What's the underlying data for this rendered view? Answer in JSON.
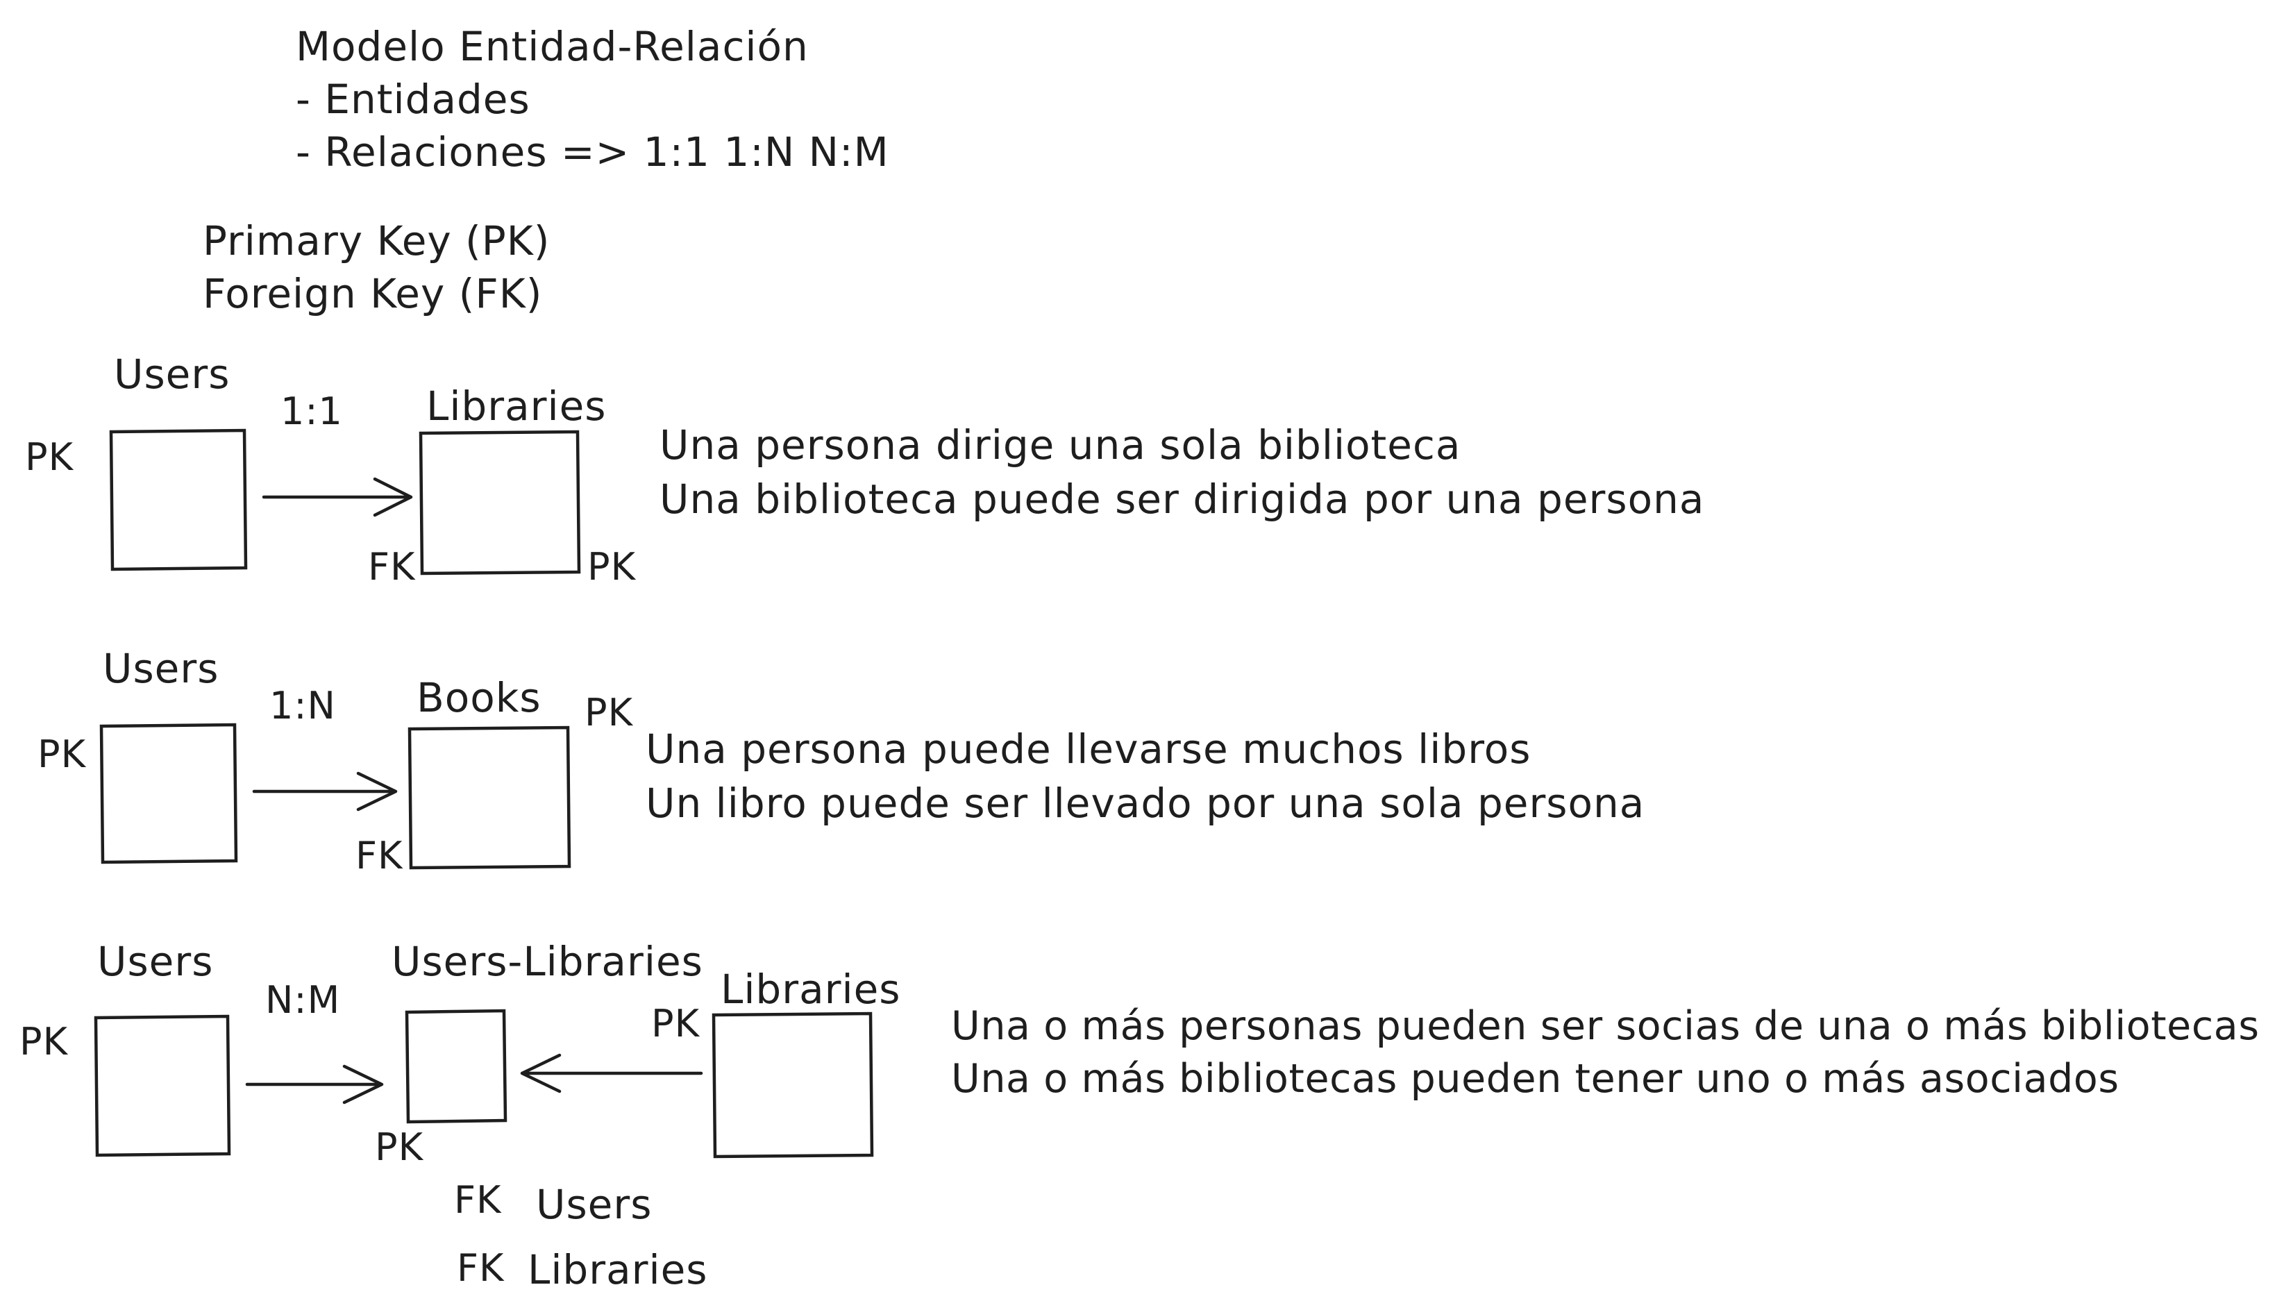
{
  "header": {
    "title": "Modelo Entidad-Relación",
    "bullet_entities": "- Entidades",
    "bullet_relations": "- Relaciones => 1:1 1:N N:M"
  },
  "keys": {
    "primary": "Primary Key (PK)",
    "foreign": "Foreign Key (FK)"
  },
  "one_to_one": {
    "left_entity": "Users",
    "left_key": "PK",
    "cardinality": "1:1",
    "right_entity": "Libraries",
    "right_fk": "FK",
    "right_pk": "PK",
    "line1": "Una persona dirige una sola biblioteca",
    "line2": "Una biblioteca puede ser dirigida por una persona"
  },
  "one_to_many": {
    "left_entity": "Users",
    "left_key": "PK",
    "cardinality": "1:N",
    "right_entity": "Books",
    "right_pk": "PK",
    "right_fk": "FK",
    "line1": "Una persona puede llevarse muchos libros",
    "line2": "Un libro puede ser llevado por una sola persona"
  },
  "many_to_many": {
    "left_entity": "Users",
    "left_key": "PK",
    "cardinality": "N:M",
    "join_entity": "Users-Libraries",
    "join_pk": "PK",
    "right_entity": "Libraries",
    "right_pk": "PK",
    "fk_users_key": "FK",
    "fk_users_label": "Users",
    "fk_libraries_key": "FK",
    "fk_libraries_label": "Libraries",
    "line1": "Una o más personas pueden ser socias de una o más bibliotecas",
    "line2": "Una o más bibliotecas pueden tener uno o más asociados"
  }
}
